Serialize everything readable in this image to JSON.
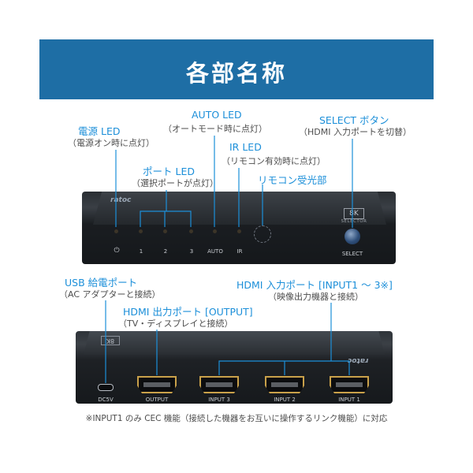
{
  "header": {
    "title": "各部名称"
  },
  "front": {
    "power_led": {
      "label": "電源 LED",
      "desc": "（電源オン時に点灯）"
    },
    "port_led": {
      "label": "ポート LED",
      "desc": "（選択ポートが点灯）"
    },
    "auto_led": {
      "label": "AUTO LED",
      "desc": "（オートモード時に点灯）"
    },
    "ir_led": {
      "label": "IR LED",
      "desc": "（リモコン有効時に点灯）"
    },
    "remote_receiver": {
      "label": "リモコン受光部"
    },
    "select_button": {
      "label": "SELECT ボタン",
      "desc": "（HDMI 入力ポートを切替）"
    },
    "device": {
      "brand": "ratoc",
      "badge": "8K",
      "badge_sub": "SELECTOR",
      "led_labels": [
        "1",
        "2",
        "3",
        "AUTO",
        "IR"
      ],
      "power_symbol": "⏻",
      "select_text": "SELECT"
    }
  },
  "rear": {
    "usb_port": {
      "label": "USB 給電ポート",
      "desc": "（AC アダプターと接続）"
    },
    "hdmi_input": {
      "label": "HDMI 入力ポート [INPUT1 〜 3※]",
      "desc": "（映像出力機器と接続）"
    },
    "hdmi_output": {
      "label": "HDMI 出力ポート [OUTPUT]",
      "desc": "（TV・ディスプレイと接続）"
    },
    "device": {
      "brand": "ratoc",
      "badge": "8K",
      "port_labels": [
        "DC5V",
        "OUTPUT",
        "INPUT 3",
        "INPUT 2",
        "INPUT 1"
      ]
    }
  },
  "footnote": "※INPUT1 のみ CEC 機能（接続した機器をお互いに操作するリンク機能）に対応",
  "colors": {
    "banner": "#1e6ea5",
    "callout": "#1c8fd9",
    "leader": "#1c8fd9",
    "text": "#4d4d4d"
  }
}
